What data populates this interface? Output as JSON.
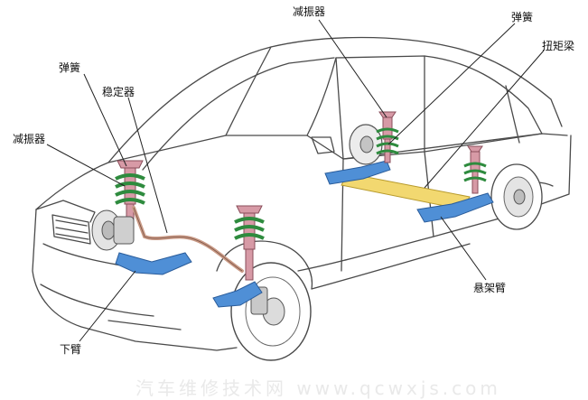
{
  "labels": {
    "spring_left": "弹簧",
    "stabilizer": "稳定器",
    "shock_left": "减振器",
    "lower_arm": "下臂",
    "shock_top": "减振器",
    "spring_right": "弹簧",
    "torsion_beam": "扭矩梁",
    "suspension_arm": "悬架臂"
  },
  "watermark": "汽车维修技术网 www.qcwxjs.com",
  "colors": {
    "outline": "#4a4a4a",
    "spring": "#2e8b3e",
    "strut": "#d79aa6",
    "arm": "#4f8fd6",
    "beam": "#f2d870",
    "stabilizer_bar": "#c99a86"
  }
}
